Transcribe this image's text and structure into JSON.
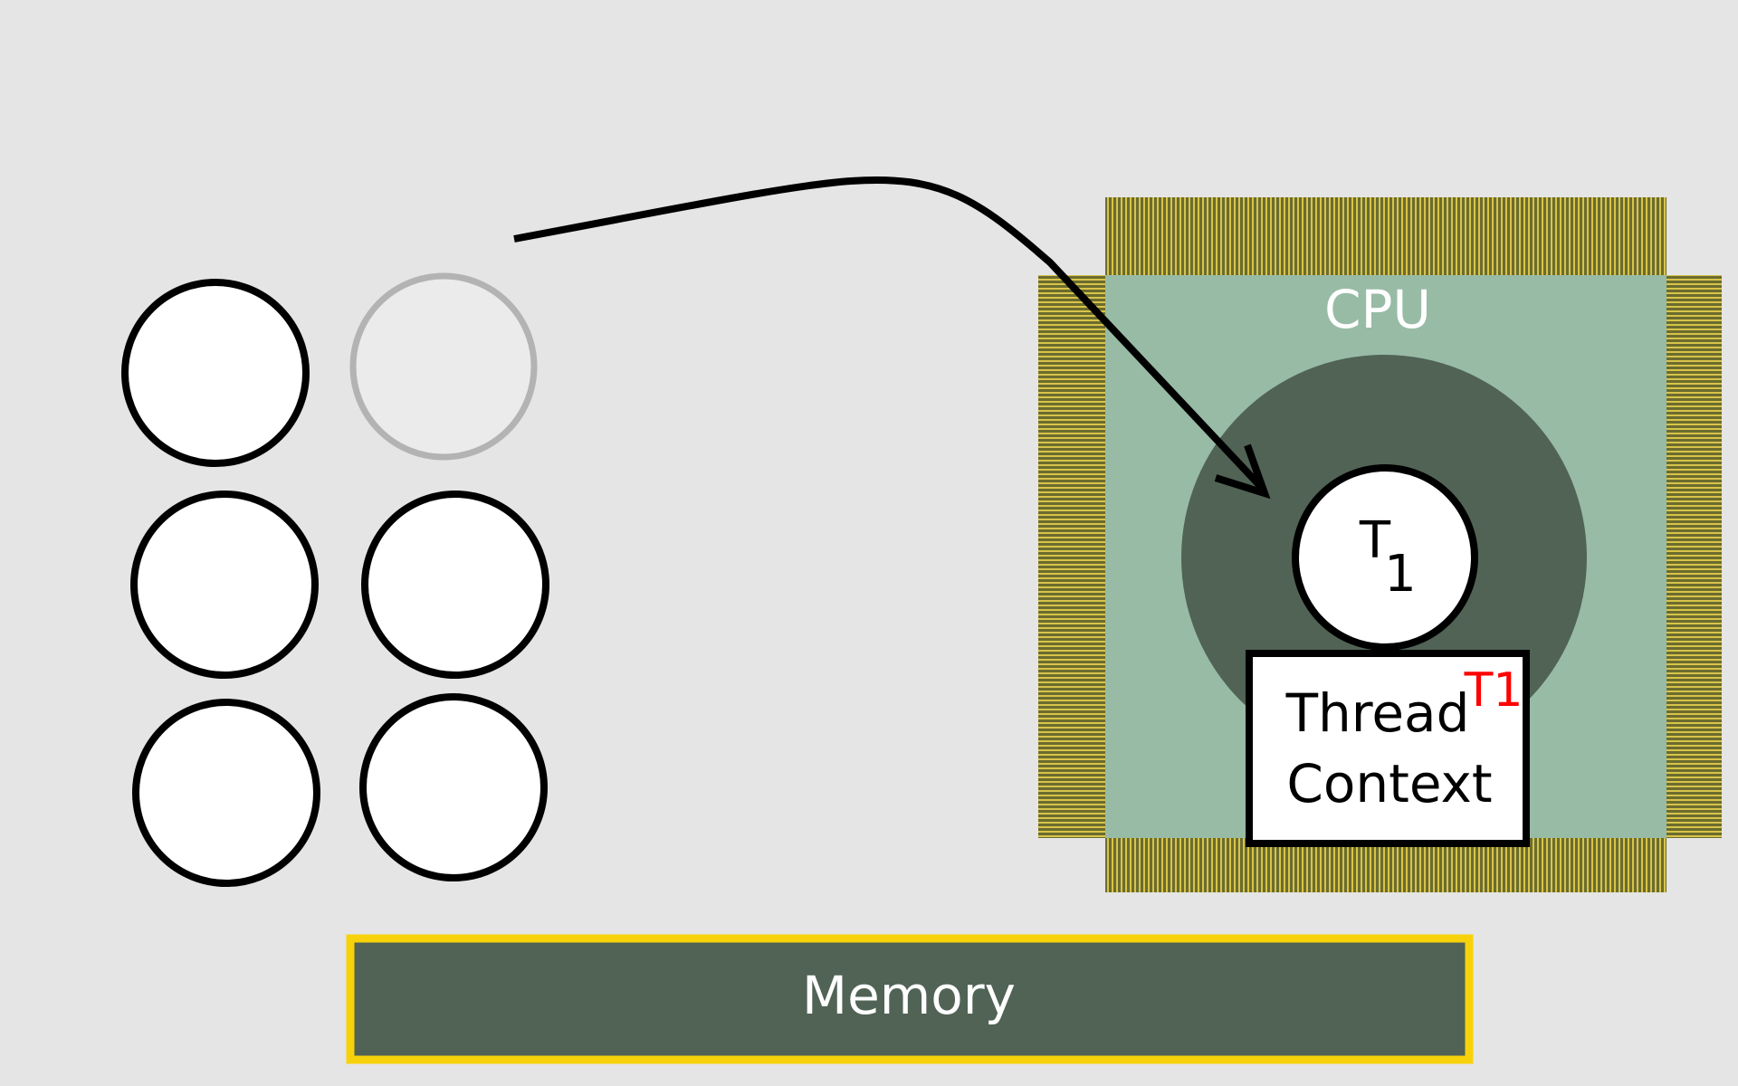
{
  "cpu": {
    "label": "CPU"
  },
  "thread": {
    "letter": "T",
    "subscript": "1"
  },
  "context": {
    "line1": "Thread",
    "line2": "Context",
    "tag": "T1"
  },
  "memory": {
    "label": "Memory"
  },
  "colors": {
    "background": "#e5e5e5",
    "cpu_die": "#98bba6",
    "core": "#506355",
    "pins_dark": "#6b6c2e",
    "pins_light": "#d8c34a",
    "memory_fill": "#506355",
    "memory_border": "#f7d20a",
    "tag": "#ff0000",
    "inactive_thread": "#b3b3b3"
  }
}
